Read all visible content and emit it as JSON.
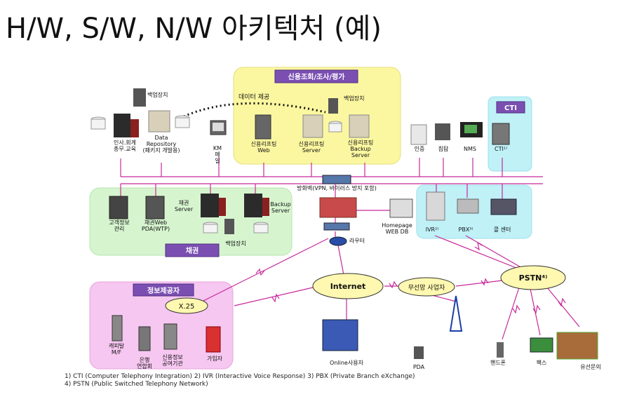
{
  "title": "H/W, S/W, N/W 아키텍처 (예)",
  "zones": {
    "credit": "신용조회/조사/평가",
    "cti": "CTI",
    "collection": "채권",
    "provider": "정보제공자"
  },
  "nodes": {
    "accounting": "인사.회계\n총무.교육",
    "backup1": "백업장치",
    "data_repo": "Data\nRepository\n(패키지 개발용)",
    "km": "KM\n메\n일",
    "data_provide": "데이터 제공",
    "backup2": "백업장치",
    "credit_web": "신용리프팅\nWeb",
    "credit_server": "신용리프팅\nServer",
    "credit_backup": "신용리프팅\nBackup\nServer",
    "auth": "인증",
    "intrusion": "침탐",
    "nms": "NMS",
    "cti_node": "CTI¹⁾",
    "firewall": "방화벽(VPN, 바이러스 방지 포함)",
    "customer": "고객정보\n관리",
    "collect_web": "채권Web\nPDA(WTP)",
    "collect_server": "채권\nServer",
    "backup_server": "Backup\nServer",
    "backup3": "백업장치",
    "homepage": "Homepage\nWEB DB",
    "ivr": "IVR²⁾",
    "pbx": "PBX³⁾",
    "callcenter": "콜 센터",
    "router": "라우터",
    "internet": "Internet",
    "wireless": "무선망 사업자",
    "pstn": "PSTN⁴⁾",
    "x25": "X.25",
    "computer_mf": "캐피탈\nM/F",
    "bank": "은행\n연합회",
    "credit_agency": "신용정보\n공여기관",
    "member": "가입자",
    "online_user": "Online사용자",
    "pda": "PDA",
    "handphone": "핸드폰",
    "fax": "팩스",
    "wired_phone": "유선문의"
  },
  "footnotes": {
    "line1": "1) CTI (Computer Telephony Integration)    2) IVR (Interactive Voice Response)    3) PBX (Private Branch eXchange)",
    "line2": "4) PSTN (Public Switched Telephony Network)"
  }
}
